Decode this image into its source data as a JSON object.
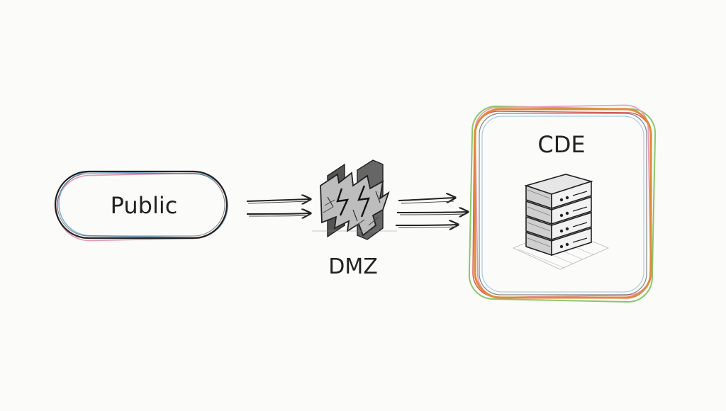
{
  "diagram": {
    "nodes": {
      "public": {
        "label": "Public"
      },
      "dmz": {
        "label": "DMZ",
        "icon": "firewall-icon"
      },
      "cde": {
        "label": "CDE",
        "icon": "server-stack-icon"
      }
    },
    "edges": [
      {
        "from": "public",
        "to": "dmz",
        "arrow_count": 2
      },
      {
        "from": "dmz",
        "to": "cde",
        "arrow_count": 3
      }
    ],
    "colors": {
      "ink": "#222222",
      "sketch_blue": "#7fb3d8",
      "sketch_pink": "#e79bb5",
      "sketch_orange": "#e08a3c",
      "sketch_green": "#8cc66b",
      "sketch_red": "#d9534f"
    }
  }
}
